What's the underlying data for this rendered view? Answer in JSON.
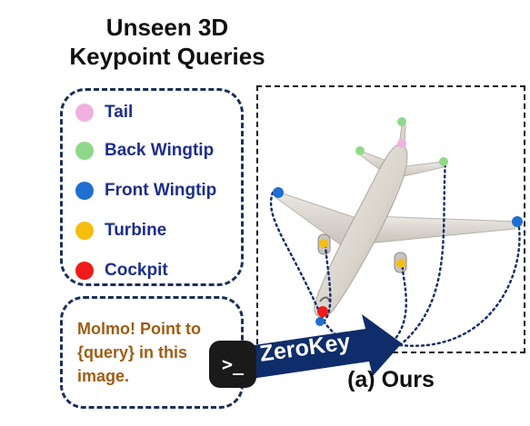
{
  "title": {
    "line1": "Unseen 3D",
    "line2": "Keypoint Queries"
  },
  "keypoints": [
    {
      "label": "Tail",
      "color": "#f2b0e0"
    },
    {
      "label": "Back Wingtip",
      "color": "#8fd88a"
    },
    {
      "label": "Front Wingtip",
      "color": "#1f6fd0"
    },
    {
      "label": "Turbine",
      "color": "#f7bd0f"
    },
    {
      "label": "Cockpit",
      "color": "#ef1b1b"
    }
  ],
  "prompt": "Molmo! Point to {query} in this image.",
  "method": {
    "name": "ZeroKey",
    "icon": "terminal-icon",
    "icon_glyph": ">_"
  },
  "caption": "(a) Ours",
  "colors": {
    "arrow": "#0f2d6b",
    "dotted_path": "#1b2f6e",
    "text_blue": "#1d2e8c",
    "text_brown": "#a05c14"
  }
}
